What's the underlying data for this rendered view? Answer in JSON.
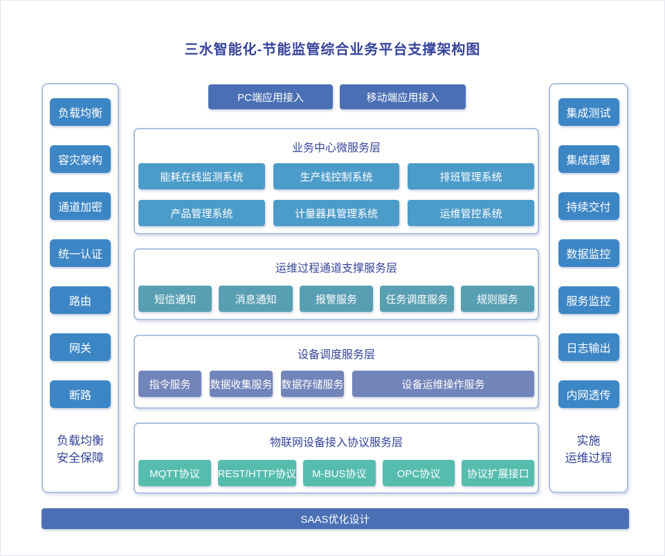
{
  "title": "三水智能化-节能监管综合业务平台支撑架构图",
  "colors": {
    "title_text": "#35439b",
    "sidebar_button": "#3d86c5",
    "app_entry_button": "#4a6fb4",
    "layer1_button": "#4c9cca",
    "layer2_button": "#599fb3",
    "layer3_button": "#7285ba",
    "layer4_button": "#55bcae",
    "container_border": "#aebfe0",
    "saas_bar": "#4a6fb4"
  },
  "left_panel": {
    "items": [
      "负载均衡",
      "容灾架构",
      "通道加密",
      "统一认证",
      "路由",
      "网关",
      "断路"
    ],
    "caption_line1": "负载均衡",
    "caption_line2": "安全保障"
  },
  "right_panel": {
    "items": [
      "集成测试",
      "集成部署",
      "持续交付",
      "数据监控",
      "服务监控",
      "日志输出",
      "内网透传"
    ],
    "caption_line1": "实施",
    "caption_line2": "运维过程"
  },
  "app_entries": {
    "pc_label": "PC端应用接入",
    "mobile_label": "移动端应用接入"
  },
  "layers": [
    {
      "title": "业务中心微服务层",
      "row1": [
        "能耗在线监测系统",
        "生产线控制系统",
        "排班管理系统"
      ],
      "row2": [
        "产品管理系统",
        "计量器具管理系统",
        "运维管控系统"
      ]
    },
    {
      "title": "运维过程通道支撑服务层",
      "row1": [
        "短信通知",
        "消息通知",
        "报警服务",
        "任务调度服务",
        "规则服务"
      ]
    },
    {
      "title": "设备调度服务层",
      "row1": [
        "指令服务",
        "数据收集服务",
        "数据存储服务",
        "设备运维操作服务"
      ]
    },
    {
      "title": "物联网设备接入协议服务层",
      "row1": [
        "MQTT协议",
        "REST/HTTP协议",
        "M-BUS协议",
        "OPC协议",
        "协议扩展接口"
      ]
    }
  ],
  "bottom_bar": {
    "label": "SAAS优化设计"
  }
}
